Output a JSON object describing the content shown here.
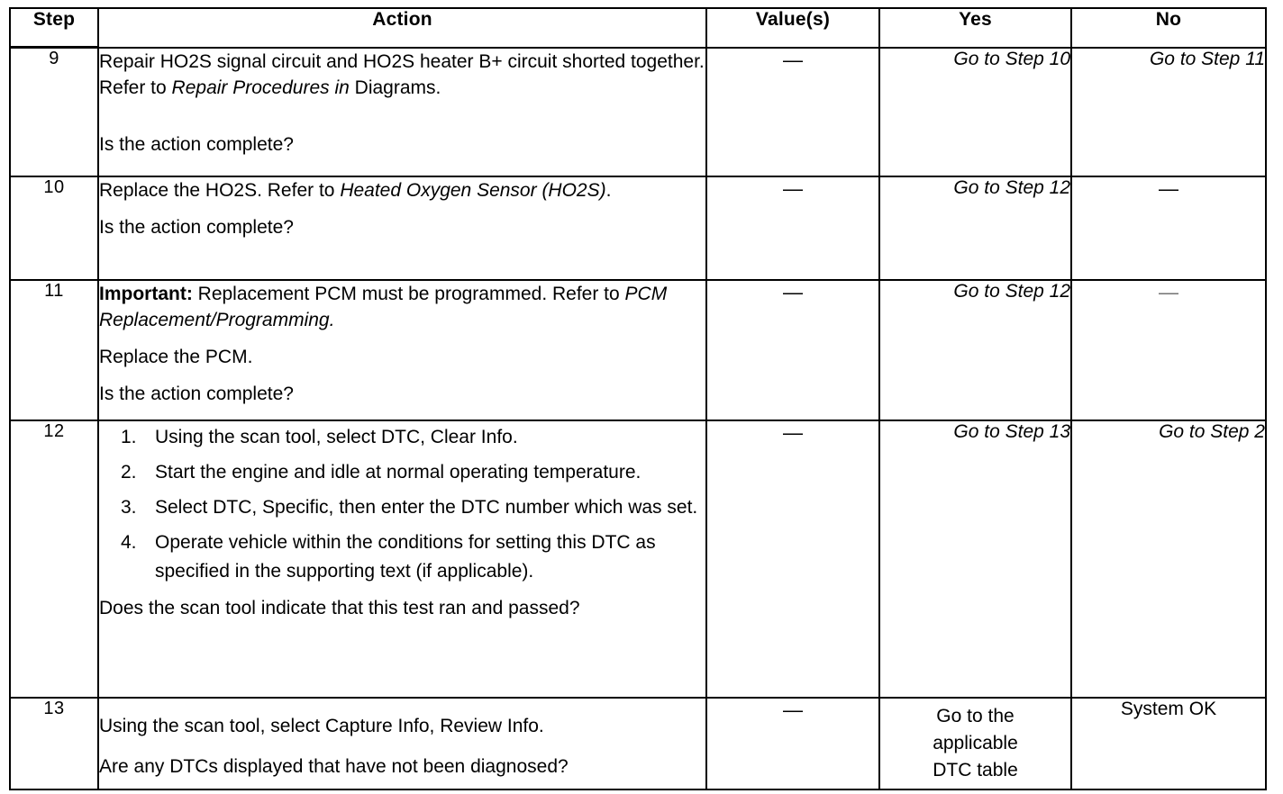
{
  "table": {
    "headers": {
      "step": "Step",
      "action": "Action",
      "values": "Value(s)",
      "yes": "Yes",
      "no": "No"
    },
    "rows": [
      {
        "step": "9",
        "action": {
          "line1_a": "Repair HO2S signal circuit and HO2S heater B+ circuit shorted together. Refer to ",
          "line1_italic": "Repair Procedures in",
          "line1_b": " Diagrams.",
          "question": "Is the action complete?"
        },
        "value": "—",
        "yes": "Go to Step 10",
        "no": "Go to Step 11"
      },
      {
        "step": "10",
        "action": {
          "line1_a": "Replace the HO2S. Refer to ",
          "line1_italic": "Heated Oxygen Sensor (HO2S)",
          "line1_b": ".",
          "question": "Is the action complete?"
        },
        "value": "—",
        "yes": "Go to Step 12",
        "no": "—"
      },
      {
        "step": "11",
        "action": {
          "important_label": "Important:",
          "important_text": " Replacement PCM must be programmed. Refer to ",
          "important_italic": "PCM Replacement/Programming.",
          "line2": "Replace the PCM.",
          "question": "Is the action complete?"
        },
        "value": "—",
        "yes": "Go to Step 12",
        "no": "—"
      },
      {
        "step": "12",
        "action": {
          "items": [
            {
              "num": "1.",
              "text": "Using the scan tool, select DTC, Clear Info."
            },
            {
              "num": "2.",
              "text": "Start the engine and idle at normal operating temperature."
            },
            {
              "num": "3.",
              "text": "Select DTC, Specific, then enter the DTC number which was set."
            },
            {
              "num": "4.",
              "text": "Operate vehicle within the conditions for setting this DTC as specified in the supporting text (if applicable)."
            }
          ],
          "question": "Does the scan tool indicate that this test ran and passed?"
        },
        "value": "—",
        "yes": "Go to Step 13",
        "no": "Go to Step 2"
      },
      {
        "step": "13",
        "action": {
          "line1": "Using the scan tool, select Capture Info, Review Info.",
          "question": "Are any DTCs displayed that have not been diagnosed?"
        },
        "value": "—",
        "yes": "Go to the\napplicable\nDTC table",
        "no": "System OK"
      }
    ]
  }
}
